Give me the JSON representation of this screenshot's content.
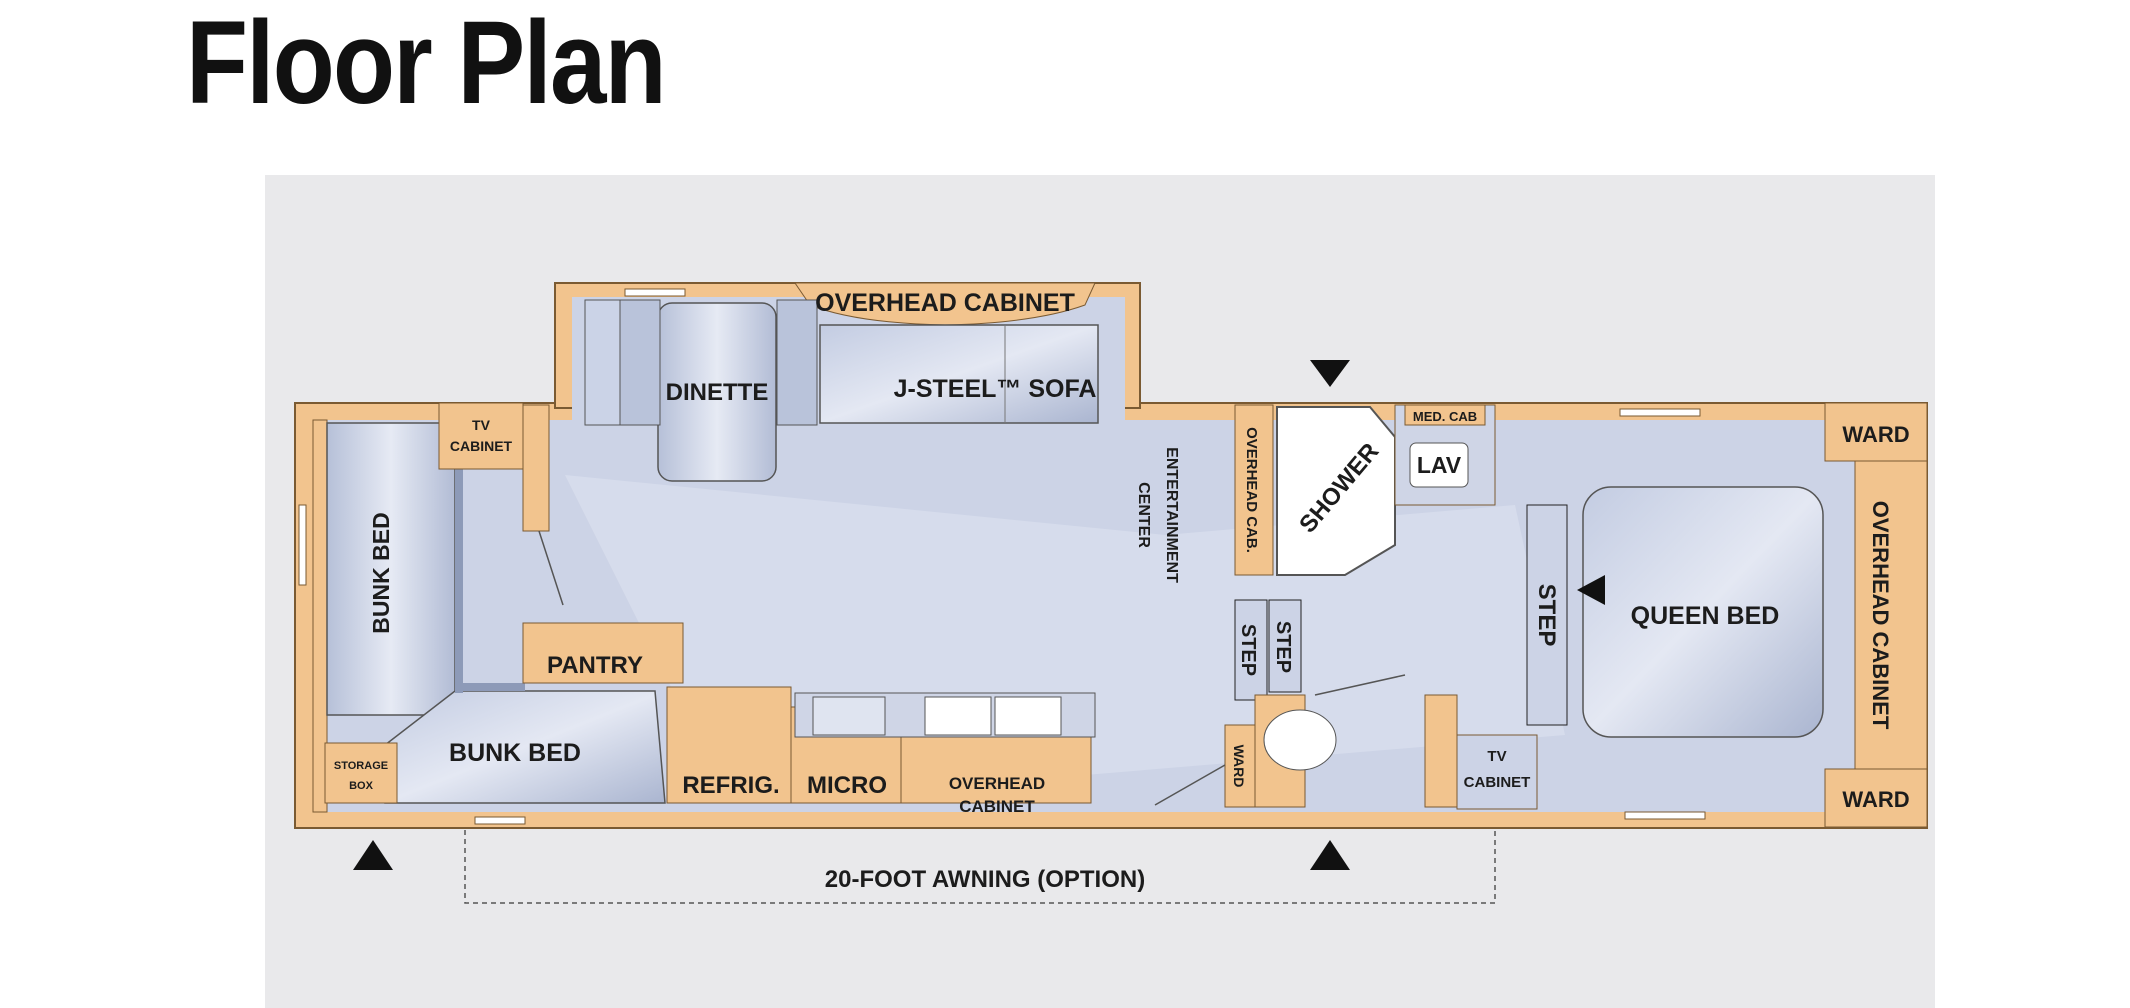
{
  "page": {
    "title": "Floor Plan"
  },
  "floor_plan": {
    "labels": {
      "overhead_cabinet_top": "OVERHEAD CABINET",
      "dinette": "DINETTE",
      "sofa": "J-STEEL™ SOFA",
      "tv_cabinet_left_line1": "TV",
      "tv_cabinet_left_line2": "CABINET",
      "bunk_bed_vertical": "BUNK BED",
      "bunk_bed_horizontal": "BUNK BED",
      "storage_box_line1": "STORAGE",
      "storage_box_line2": "BOX",
      "pantry": "PANTRY",
      "refrig": "REFRIG.",
      "micro": "MICRO",
      "overhead_cabinet_kitchen_line1": "OVERHEAD",
      "overhead_cabinet_kitchen_line2": "CABINET",
      "entertainment_center_line1": "ENTERTAINMENT",
      "entertainment_center_line2": "CENTER",
      "overhead_cab": "OVERHEAD CAB.",
      "shower": "SHOWER",
      "step_left": "STEP",
      "step_right": "STEP",
      "ward_small": "WARD",
      "med_cab": "MED. CAB",
      "lav": "LAV",
      "step_bedroom": "STEP",
      "queen_bed": "QUEEN BED",
      "tv_cabinet_right_line1": "TV",
      "tv_cabinet_right_line2": "CABINET",
      "ward_top": "WARD",
      "ward_bottom": "WARD",
      "overhead_cabinet_right": "OVERHEAD CABINET",
      "awning": "20-FOOT AWNING (OPTION)"
    },
    "colors": {
      "background": "#e9e9eb",
      "wall": "#f2c48e",
      "wall_stroke": "#7a5a32",
      "floor": "#ccd3e6",
      "furniture": "#b9c3da",
      "furniture_light": "#dfe4f0"
    }
  }
}
